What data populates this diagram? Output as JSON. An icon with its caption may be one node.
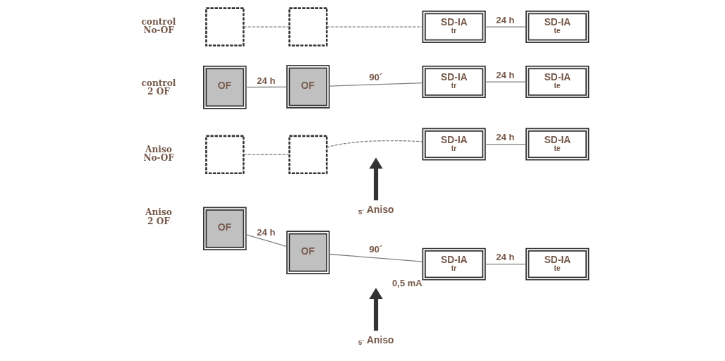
{
  "diagram": {
    "nodes": [
      {
        "text": [],
        "shape": "box"
      },
      {
        "text": [],
        "shape": "box"
      },
      {
        "text": [
          "SD-IA",
          "tr"
        ]
      },
      {
        "text": [
          "SD-IA",
          "te"
        ]
      },
      {
        "text": [
          "OF"
        ]
      },
      {
        "text": [
          "OF"
        ]
      },
      {
        "text": [
          "SD-IA",
          "tr"
        ]
      },
      {
        "text": [
          "SD-IA",
          "te"
        ]
      },
      {
        "text": [],
        "shape": "box"
      },
      {
        "text": [],
        "shape": "box"
      },
      {
        "text": [
          "SD-IA",
          "tr"
        ]
      },
      {
        "text": [
          "SD-IA",
          "te"
        ]
      },
      {
        "text": [
          "Aniso"
        ],
        "beside": [
          "5´"
        ]
      },
      {
        "text": [
          "OF"
        ]
      },
      {
        "text": [
          "OF"
        ]
      },
      {
        "text": [
          "SD-IA",
          "tr"
        ],
        "beside": [
          "0,5 mA"
        ]
      },
      {
        "text": [
          "SD-IA",
          "te"
        ]
      },
      {
        "text": [
          "Aniso"
        ],
        "beside": [
          "5´"
        ]
      }
    ],
    "edges": [
      {
        "from": 0,
        "to": 1,
        "arrow": "none",
        "style": "dashed"
      },
      {
        "from": 1,
        "to": 2,
        "arrow": "none",
        "style": "dashed"
      },
      {
        "from": 2,
        "to": 3,
        "arrow": "none",
        "label": "24 h"
      },
      {
        "from": 4,
        "to": 5,
        "arrow": "none",
        "label": "24 h"
      },
      {
        "from": 5,
        "to": 6,
        "arrow": "none",
        "label": "90´"
      },
      {
        "from": 6,
        "to": 7,
        "arrow": "none",
        "label": "24 h"
      },
      {
        "from": 8,
        "to": 9,
        "arrow": "none",
        "style": "dashed"
      },
      {
        "from": 9,
        "to": 10,
        "arrow": "none",
        "style": "dashed"
      },
      {
        "from": 10,
        "to": 11,
        "arrow": "none",
        "label": "24 h"
      },
      {
        "from": 13,
        "to": 14,
        "arrow": "none",
        "label": "24 h"
      },
      {
        "from": 14,
        "to": 15,
        "arrow": "none",
        "label": "90´"
      },
      {
        "from": 15,
        "to": 16,
        "arrow": "none",
        "label": "24 h"
      },
      {
        "from": 12,
        "to": null,
        "arrow": "to",
        "style": "thick"
      },
      {
        "from": 17,
        "to": null,
        "arrow": "to",
        "style": "thick"
      }
    ],
    "labels": [
      "control No-OF",
      "control 2 OF",
      "Aniso No-OF",
      "Aniso 2 OF"
    ]
  }
}
